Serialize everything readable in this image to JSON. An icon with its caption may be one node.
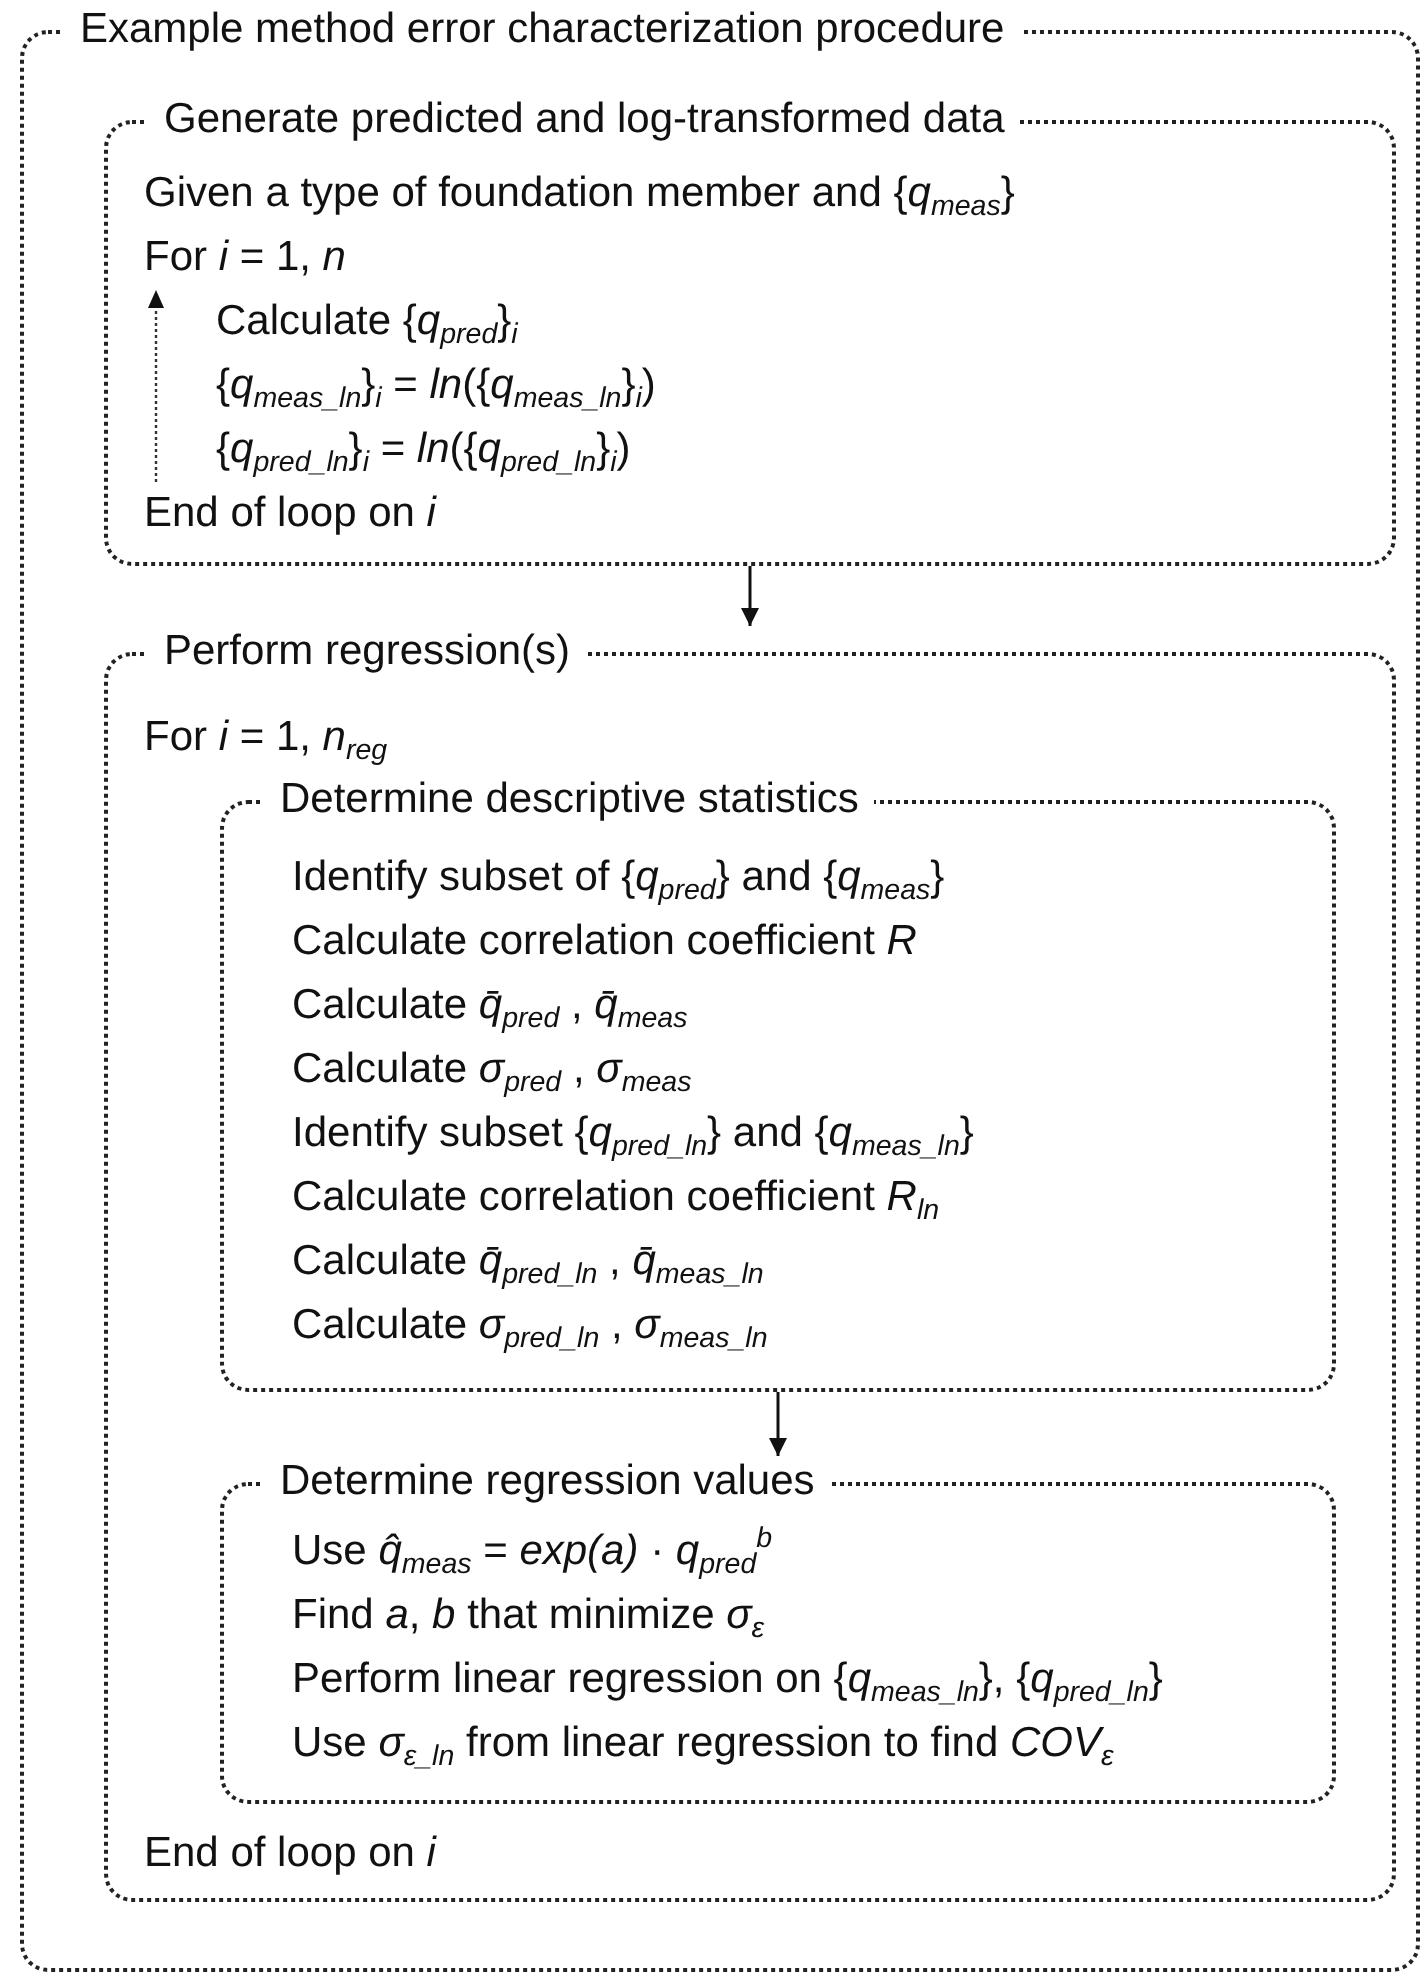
{
  "diagram": {
    "nodes": [
      {
        "text": [
          "Example method error characterization procedure"
        ]
      },
      {
        "text": [
          "Generate predicted and log-transformed data",
          "Given a type of foundation member and {*q*$_{meas}$}",
          "For *i* = 1, *n*",
          "Calculate {*q*$_{pred}$}$_{i}$",
          "{*q*$_{meas_ln}$}$_{i}$ = *ln*({*q*$_{meas_ln}$}$_{i}$)",
          "{*q*$_{pred_ln}$}$_{i}$ = *ln*({*q*$_{pred_ln}$}$_{i}$)",
          "End of loop on *i*"
        ],
        "in": 0
      },
      {
        "text": [
          "Perform regression(s)",
          "For *i* = 1, *n*$_{reg}$",
          "End of loop on *i*"
        ],
        "in": 0
      },
      {
        "text": [
          "Determine descriptive statistics",
          "Identify subset of {*q*$_{pred}$} and {*q*$_{meas}$}",
          "Calculate correlation coefficient *R*",
          "Calculate *q̄*$_{pred}$ , *q̄*$_{meas}$",
          "Calculate *σ*$_{pred}$ , *σ*$_{meas}$",
          "Identify subset {*q*$_{pred_ln}$} and {*q*$_{meas_ln}$}",
          "Calculate correlation coefficient *R*$_{ln}$",
          "Calculate *q̄*$_{pred_ln}$ , *q̄*$_{meas_ln}$",
          "Calculate *σ*$_{pred_ln}$ , *σ*$_{meas_ln}$"
        ],
        "in": 2
      },
      {
        "text": [
          "Determine regression values",
          "Use *q̂*$_{meas}$ = *exp(a)* · *q*$_{pred}$$^{b}$",
          "Find *a*, *b* that minimize *σ*$_{ε}$",
          "Perform linear regression on {*q*$_{meas_ln}$}, {*q*$_{pred_ln}$}",
          "Use *σ*$_{ε_ln}$ from linear regression to find *COV*$_{ε}$"
        ],
        "in": 2
      }
    ],
    "edges": [
      {
        "from": 1,
        "to": 2,
        "arrow": "to"
      },
      {
        "from": 3,
        "to": 4,
        "arrow": "to"
      }
    ]
  }
}
